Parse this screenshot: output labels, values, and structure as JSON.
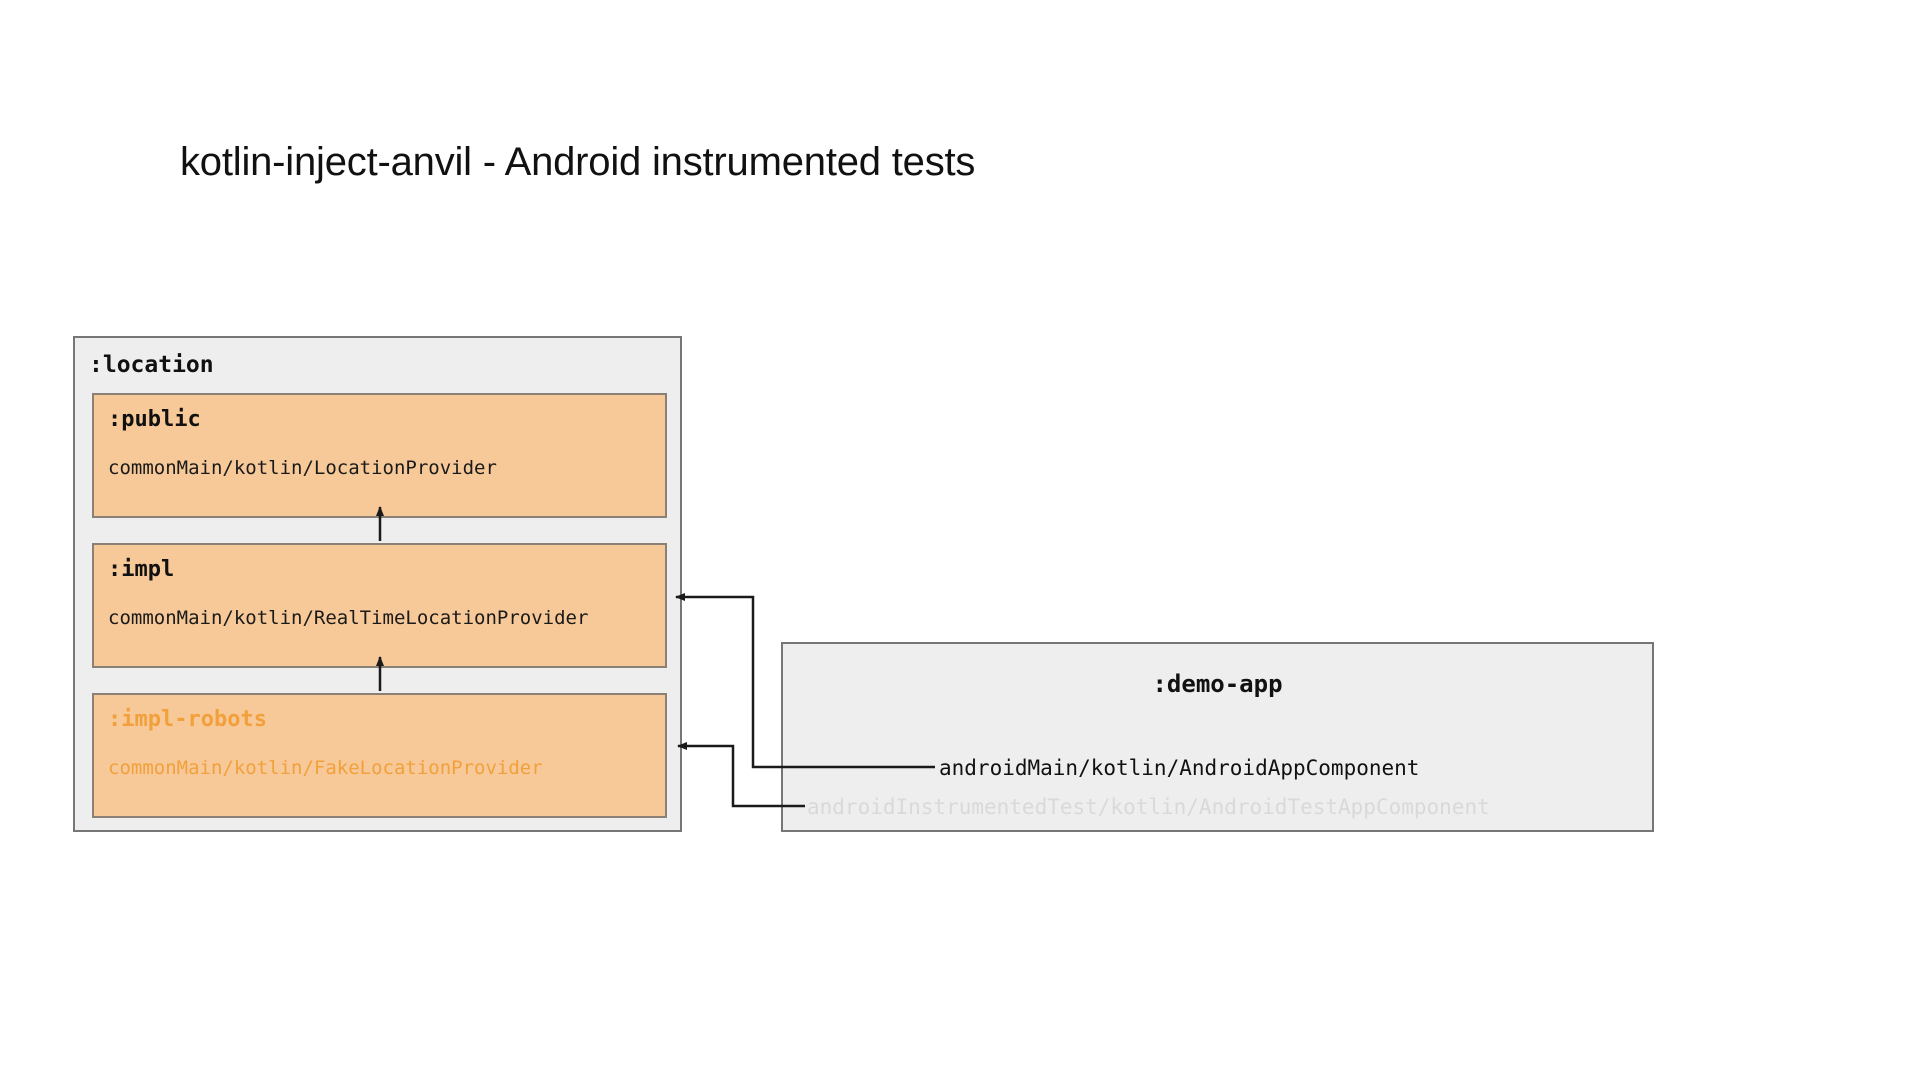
{
  "slide": {
    "title": "kotlin-inject-anvil - Android instrumented tests",
    "background_color": "#ffffff"
  },
  "colors": {
    "module_fill": "#eeeeee",
    "module_border": "#767676",
    "sub_module_fill": "#f7c998",
    "sub_module_border": "#8a8076",
    "accent_orange": "#f2a03c",
    "faded_gray": "#d9d9d9",
    "text_black": "#111111",
    "connector": "#1a1a1a"
  },
  "diagram": {
    "modules": [
      {
        "name": "location-module",
        "title": ":location",
        "title_color": "#111111",
        "submodules": [
          {
            "name": "public-submodule",
            "title": ":public",
            "path": "commonMain/kotlin/LocationProvider",
            "highlighted": false
          },
          {
            "name": "impl-submodule",
            "title": ":impl",
            "path": "commonMain/kotlin/RealTimeLocationProvider",
            "highlighted": false
          },
          {
            "name": "impl-robots-submodule",
            "title": ":impl-robots",
            "path": "commonMain/kotlin/FakeLocationProvider",
            "highlighted": true
          }
        ]
      },
      {
        "name": "demo-app-module",
        "title": ":demo-app",
        "title_color": "#111111",
        "lines": [
          {
            "name": "android-main-component",
            "text": "androidMain/kotlin/AndroidAppComponent",
            "faded": false
          },
          {
            "name": "android-instrumented-test-component",
            "text": "androidInstrumentedTest/kotlin/AndroidTestAppComponent",
            "faded": true
          }
        ]
      }
    ],
    "edges": [
      {
        "name": "edge-impl-robots-to-impl",
        "from": "impl-robots-submodule",
        "to": "impl-submodule",
        "style": "vertical-arrow-up"
      },
      {
        "name": "edge-impl-to-public",
        "from": "impl-submodule",
        "to": "public-submodule",
        "style": "vertical-arrow-up"
      },
      {
        "name": "edge-android-main-to-impl",
        "from": "android-main-component",
        "to": "impl-submodule",
        "style": "orthogonal-arrow-left"
      },
      {
        "name": "edge-instrumented-test-to-impl-robots",
        "from": "android-instrumented-test-component",
        "to": "impl-robots-submodule",
        "style": "orthogonal-arrow-left"
      }
    ]
  }
}
